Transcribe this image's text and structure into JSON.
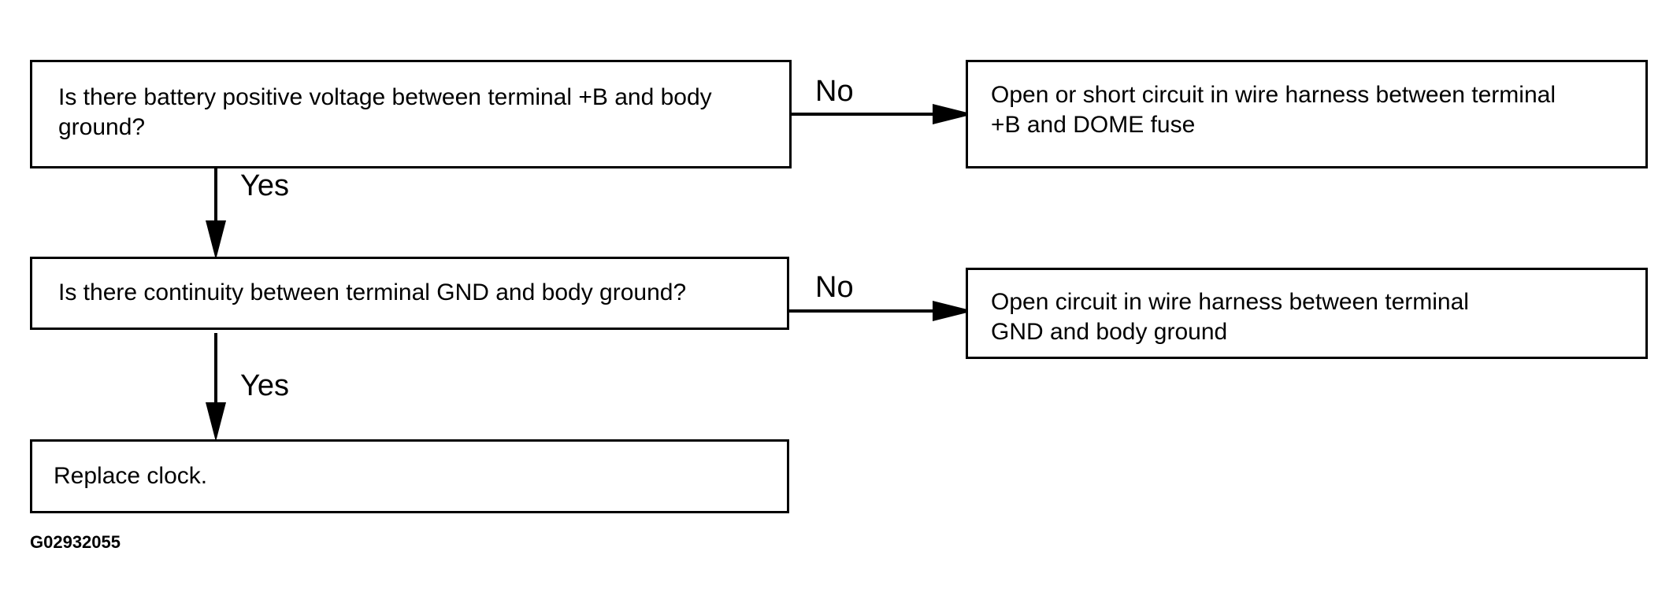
{
  "flowchart": {
    "q1": "Is there battery positive voltage between terminal +B and body ground?",
    "q1_no_result": "Open or short circuit in wire harness between terminal\n+B and DOME fuse",
    "q2": "Is there continuity between terminal GND and body ground?",
    "q2_no_result": "Open circuit in wire harness between terminal\nGND and body ground",
    "final": "Replace clock.",
    "labels": {
      "no1": "No",
      "yes1": "Yes",
      "no2": "No",
      "yes2": "Yes"
    },
    "figure_code": "G02932055"
  }
}
